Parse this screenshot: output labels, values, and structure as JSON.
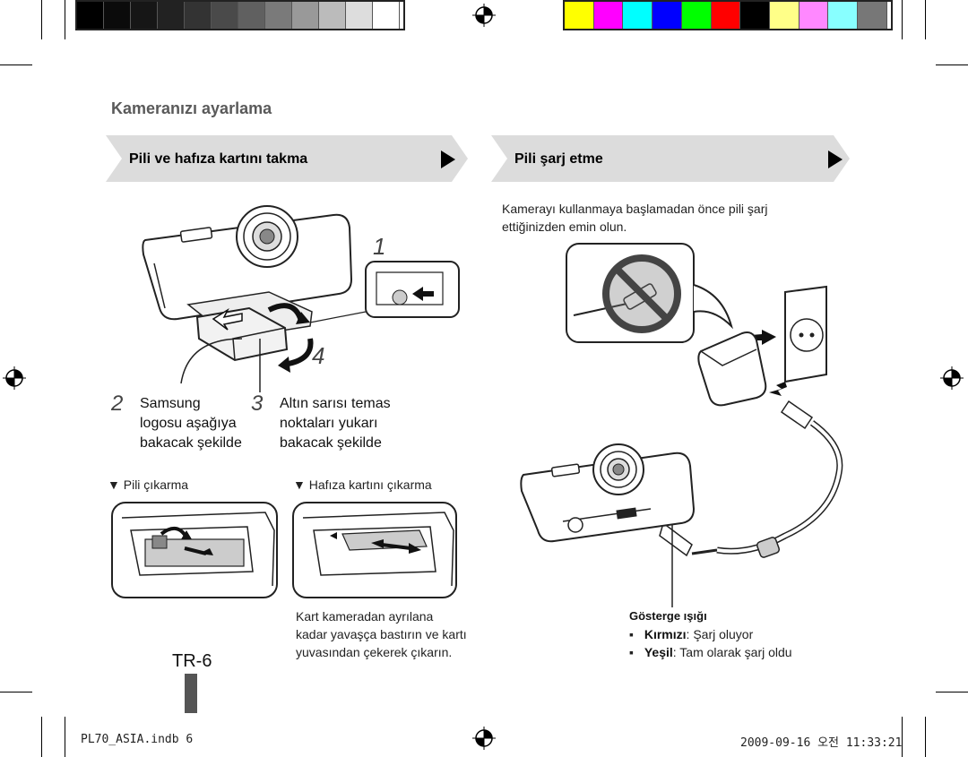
{
  "color_bar_left": [
    "#000000",
    "#0b0b0b",
    "#161616",
    "#222222",
    "#333333",
    "#4a4a4a",
    "#606060",
    "#7a7a7a",
    "#999999",
    "#bbbbbb",
    "#dddddd",
    "#ffffff"
  ],
  "color_bar_right": [
    "#ffff00",
    "#ff00ff",
    "#00ffff",
    "#0000ff",
    "#00ff00",
    "#ff0000",
    "#000000",
    "#ffff88",
    "#ff88ff",
    "#88ffff",
    "#777777"
  ],
  "section_title": "Kameranızı ayarlama",
  "left_banner": {
    "label": "Pili ve hafıza kartını takma",
    "fill": "#dcdcdc"
  },
  "right_banner": {
    "label": "Pili şarj etme",
    "fill": "#dcdcdc"
  },
  "charge_intro": [
    "Kamerayı kullanmaya başlamadan önce pili şarj",
    "ettiğinizden emin olun."
  ],
  "callout_1": "1",
  "callout_4": "4",
  "step2": {
    "num": "2",
    "lines": [
      "Samsung",
      "logosu aşağıya",
      "bakacak şekilde"
    ]
  },
  "step3": {
    "num": "3",
    "lines": [
      "Altın sarısı temas",
      "noktaları yukarı",
      "bakacak şekilde"
    ]
  },
  "remove_battery": "▼ Pili çıkarma",
  "remove_card": "▼ Hafıza kartını çıkarma",
  "card_note": [
    "Kart kameradan ayrılana",
    "kadar yavaşça bastırın ve kartı",
    "yuvasından çekerek çıkarın."
  ],
  "indicator": {
    "title": "Gösterge ışığı",
    "items": [
      {
        "bullet": "▪",
        "key": "Kırmızı",
        "value": ": Şarj oluyor"
      },
      {
        "bullet": "▪",
        "key": "Yeşil",
        "value": ": Tam olarak şarj oldu"
      }
    ]
  },
  "page_number": "TR-6",
  "footer_left": "PL70_ASIA.indb   6",
  "footer_right": "2009-09-16   오전 11:33:21"
}
